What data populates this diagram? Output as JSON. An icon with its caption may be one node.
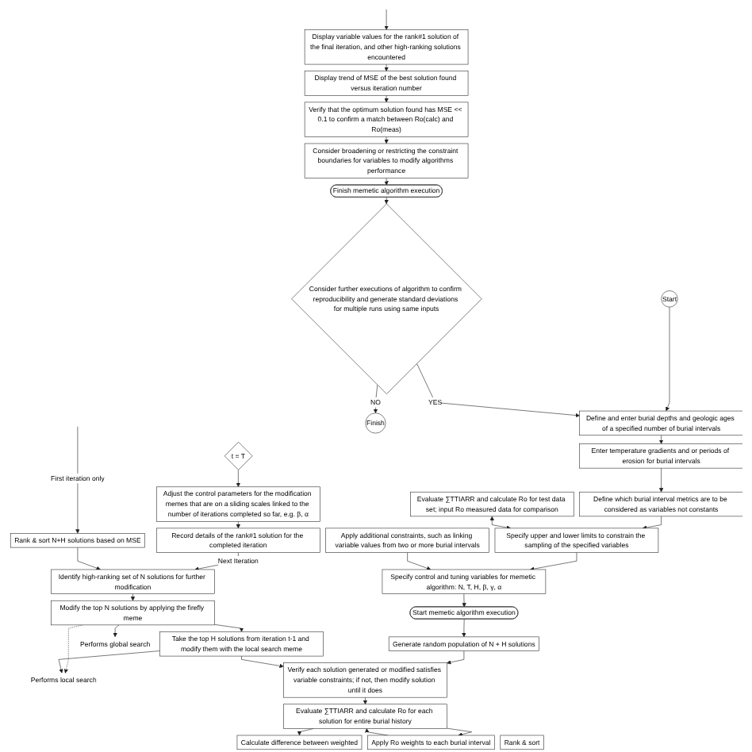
{
  "diagram": {
    "nodes": [
      {
        "text": [
          "Start"
        ]
      },
      {
        "text": [
          "Define and enter burial depths and geologic ages of a specified number of burial intervals"
        ]
      },
      {
        "text": [
          "Enter temperature gradients and or periods of erosion for burial intervals"
        ]
      },
      {
        "text": [
          "Define which burial interval metrics are to be considered as variables not constants"
        ]
      },
      {
        "text": [
          "Finish"
        ]
      },
      {
        "text": [
          "Consider further executions of algorithm to confirm reproducibility and generate standard deviations for multiple runs using same inputs"
        ]
      },
      {
        "text": [
          "Evaluate ∑TTIARR and calculate Ro for test data set; input Ro measured data for comparison"
        ]
      },
      {
        "text": [
          "Specify upper and lower limits to constrain the sampling of the specified variables"
        ]
      },
      {
        "text": [
          "Apply additional constraints, such as linking variable values from two or more burial intervals"
        ]
      },
      {
        "text": [
          "Finish memetic algorithm execution"
        ]
      },
      {
        "text": [
          "Specify control and tuning variables for memetic algorithm: N, T, H, β, γ, α"
        ]
      },
      {
        "text": [
          "Identify high-ranking set of N solutions for further modification"
        ]
      },
      {
        "text": [
          "Start memetic algorithm execution"
        ]
      },
      {
        "text": [
          "Consider broadening or restricting the constraint boundaries for variables to modify algorithms performance"
        ]
      },
      {
        "text": [
          "Record details of the rank#1 solution for the completed iteration"
        ]
      },
      {
        "text": [
          "Rank & sort N+H solutions based on MSE"
        ]
      },
      {
        "text": [
          "Modify the top N solutions by applying the firefly meme"
        ]
      },
      {
        "text": [
          "Generate random population of N + H solutions"
        ]
      },
      {
        "text": [
          "Performs global search"
        ]
      },
      {
        "text": [
          "Performs local search"
        ]
      },
      {
        "text": [
          "Verify that the optimum solution found has MSE << 0.1 to confirm a match between Ro(calc) and Ro(meas)"
        ]
      },
      {
        "text": [
          "Take the top H solutions from iteration t-1 and modify them with the local search meme"
        ]
      },
      {
        "text": [
          "Verify each solution generated or modified satisfies variable constraints; if not, then modify solution until it does"
        ]
      },
      {
        "text": [
          "Display trend of MSE of the best solution found versus iteration number"
        ]
      },
      {
        "text": [
          "Adjust the control parameters for the modification memes that are on a sliding scales linked to the number of iterations completed so far, e.g. β, α"
        ]
      },
      {
        "text": [
          "Apply Ro weights to each burial interval"
        ]
      },
      {
        "text": [
          "Evaluate ∑TTIARR and calculate Ro for each solution for entire burial history"
        ]
      },
      {
        "text": [
          "Display variable values for the rank#1 solution of the final iteration, and other high-ranking solutions encountered"
        ]
      },
      {
        "text": [
          "t = T"
        ]
      },
      {
        "text": [
          "Rank & sort"
        ]
      },
      {
        "text": [
          "Calculate difference between weighted"
        ]
      }
    ],
    "edges": [
      {
        "from": 0,
        "to": 1,
        "arrow": "to"
      },
      {
        "from": 1,
        "to": 2,
        "arrow": "to"
      },
      {
        "from": 2,
        "to": 3,
        "arrow": "to"
      },
      {
        "from": 3,
        "to": 7,
        "arrow": "to"
      },
      {
        "from": 6,
        "to": 7,
        "arrow": "both"
      },
      {
        "from": 7,
        "to": 10,
        "arrow": "to"
      },
      {
        "from": 8,
        "to": 10,
        "arrow": "to"
      },
      {
        "from": 10,
        "to": 12,
        "arrow": "to"
      },
      {
        "from": 12,
        "to": 17,
        "arrow": "to"
      },
      {
        "from": 17,
        "to": 22,
        "arrow": "to"
      },
      {
        "from": 5,
        "to": 1,
        "arrow": "to",
        "label": "YES"
      },
      {
        "from": 5,
        "to": 4,
        "arrow": "to",
        "label": "NO"
      },
      {
        "from": 9,
        "to": 5,
        "arrow": "to"
      },
      {
        "from": 13,
        "to": 9,
        "arrow": "to"
      },
      {
        "from": 20,
        "to": 13,
        "arrow": "to"
      },
      {
        "from": 23,
        "to": 20,
        "arrow": "to"
      },
      {
        "from": 27,
        "to": 23,
        "arrow": "to"
      },
      {
        "from": null,
        "to": 27,
        "arrow": "to"
      },
      {
        "from": 28,
        "to": 24,
        "arrow": "to"
      },
      {
        "from": 24,
        "to": 14,
        "arrow": "to"
      },
      {
        "from": 14,
        "to": 11,
        "arrow": "to",
        "label": "Next Iteration"
      },
      {
        "from": 15,
        "to": 11,
        "arrow": "to"
      },
      {
        "from": null,
        "to": 15,
        "arrow": "to",
        "label": "First iteration only"
      },
      {
        "from": 11,
        "to": 16,
        "arrow": "to"
      },
      {
        "from": 16,
        "to": 21,
        "arrow": "to"
      },
      {
        "from": 16,
        "to": 18,
        "arrow": "to"
      },
      {
        "from": 16,
        "to": 19,
        "arrow": "to",
        "style": "dashed"
      },
      {
        "from": 21,
        "to": 19,
        "arrow": "to"
      },
      {
        "from": 21,
        "to": 22,
        "arrow": "to"
      },
      {
        "from": 22,
        "to": 26,
        "arrow": "to"
      },
      {
        "from": 26,
        "to": 25,
        "arrow": "to"
      },
      {
        "from": 25,
        "to": 26,
        "arrow": "to"
      },
      {
        "from": 26,
        "to": 30,
        "arrow": "to"
      }
    ]
  }
}
